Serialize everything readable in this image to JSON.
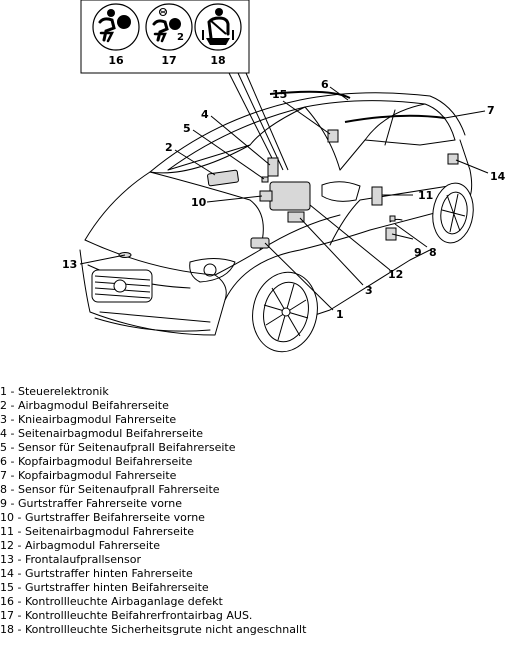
{
  "warning_lamps": [
    {
      "number": "16",
      "icon": "airbag-warning-icon"
    },
    {
      "number": "17",
      "icon": "passenger-airbag-off-icon",
      "glyph_subscript": "2"
    },
    {
      "number": "18",
      "icon": "seatbelt-warning-icon"
    }
  ],
  "callouts": [
    "1",
    "2",
    "3",
    "4",
    "5",
    "6",
    "7",
    "8",
    "9",
    "10",
    "11",
    "12",
    "13",
    "14",
    "15"
  ],
  "legend": [
    "1 - Steuerelektronik",
    "2 - Airbagmodul Beifahrerseite",
    "3 - Knieairbagmodul Fahrerseite",
    "4 - Seitenairbagmodul Beifahrerseite",
    "5 - Sensor für Seitenaufprall Beifahrerseite",
    "6 - Kopfairbagmodul Beifahrerseite",
    "7 - Kopfairbagmodul Fahrerseite",
    "8 - Sensor für Seitenaufprall Fahrerseite",
    "9 - Gurtstraffer Fahrerseite vorne",
    "10 - Gurtstraffer Beifahrerseite vorne",
    "11 - Seitenairbagmodul Fahrerseite",
    "12 - Airbagmodul Fahrerseite",
    "13 - Frontalaufprallsensor",
    "14 - Gurtstraffer hinten Fahrerseite",
    "15 - Gurtstraffer hinten Beifahrerseite",
    "16 - Kontrollleuchte Airbaganlage defekt",
    "17 - Kontrollleuchte Beifahrerfrontairbag AUS.",
    "18 - Kontrollleuchte Sicherheitsgrute nicht angeschnallt"
  ]
}
